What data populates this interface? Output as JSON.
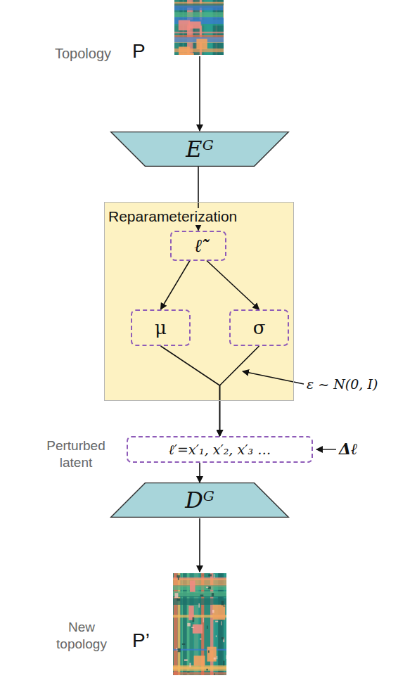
{
  "diagram": {
    "nodes": [
      {
        "text": [
          "Eᴳ"
        ]
      },
      {
        "text": [
          "Reparameterization"
        ]
      },
      {
        "text": [
          "ℓ̃"
        ],
        "in": 1
      },
      {
        "text": [
          "μ"
        ],
        "in": 1
      },
      {
        "text": [
          "σ"
        ],
        "in": 1
      },
      {
        "text": [
          "ℓ′=x′₁, x′₂, x′₃ …"
        ]
      },
      {
        "text": [
          "Dᴳ"
        ]
      }
    ],
    "edges": [
      {
        "from": 0,
        "to": 2,
        "arrow": "to"
      },
      {
        "from": 2,
        "to": 3,
        "arrow": "to"
      },
      {
        "from": 2,
        "to": 4,
        "arrow": "to"
      },
      {
        "from": 3,
        "to": 5,
        "arrow": "to"
      },
      {
        "from": 4,
        "to": 5,
        "arrow": "to"
      },
      {
        "from": 5,
        "to": 6,
        "arrow": "to"
      }
    ],
    "labels": [
      "Topology",
      "P",
      "ε ~ N(0, I)",
      "Perturbed latent",
      "Δℓ",
      "New topology",
      "P’"
    ]
  }
}
